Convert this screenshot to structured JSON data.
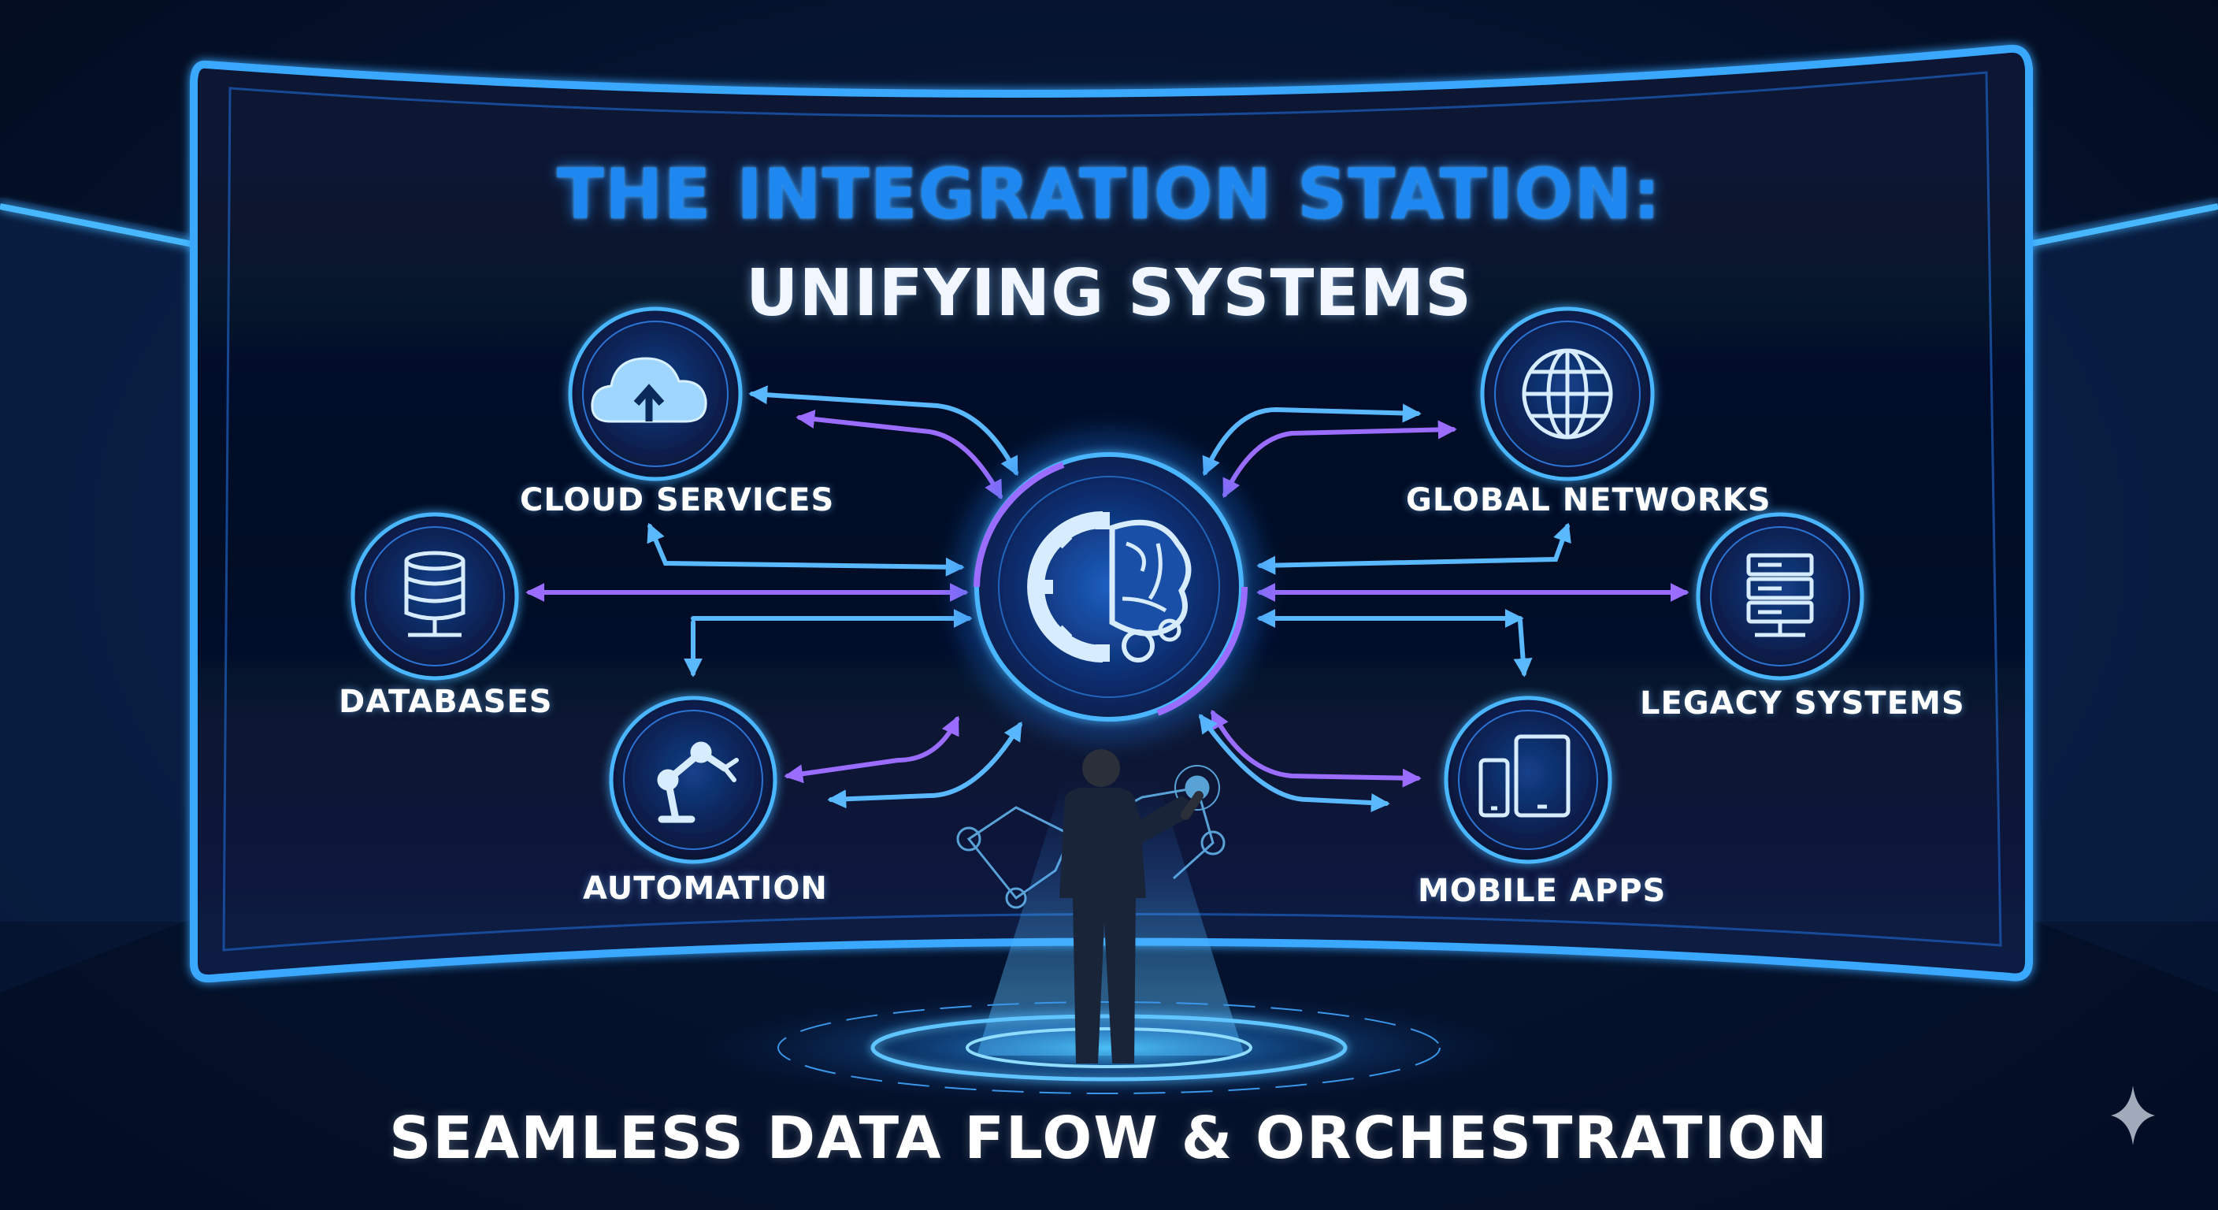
{
  "title_line1": "THE INTEGRATION STATION:",
  "title_line2": "UNIFYING SYSTEMS",
  "nodes": {
    "cloud": {
      "label": "CLOUD SERVICES",
      "icon": "cloud-upload-icon"
    },
    "databases": {
      "label": "DATABASES",
      "icon": "database-icon"
    },
    "automation": {
      "label": "AUTOMATION",
      "icon": "robotic-arm-icon"
    },
    "global": {
      "label": "GLOBAL NETWORKS",
      "icon": "globe-icon"
    },
    "legacy": {
      "label": "LEGACY SYSTEMS",
      "icon": "server-rack-icon"
    },
    "mobile": {
      "label": "MOBILE APPS",
      "icon": "mobile-devices-icon"
    },
    "hub": {
      "icon": "gear-brain-hub-icon"
    }
  },
  "footer": "SEAMLESS DATA FLOW & ORCHESTRATION",
  "colors": {
    "accent_blue": "#2d9cff",
    "accent_purple": "#8a5cff",
    "title_blue": "#1e88f0",
    "panel_fill": "#07112a",
    "glow": "#3fb4ff"
  }
}
